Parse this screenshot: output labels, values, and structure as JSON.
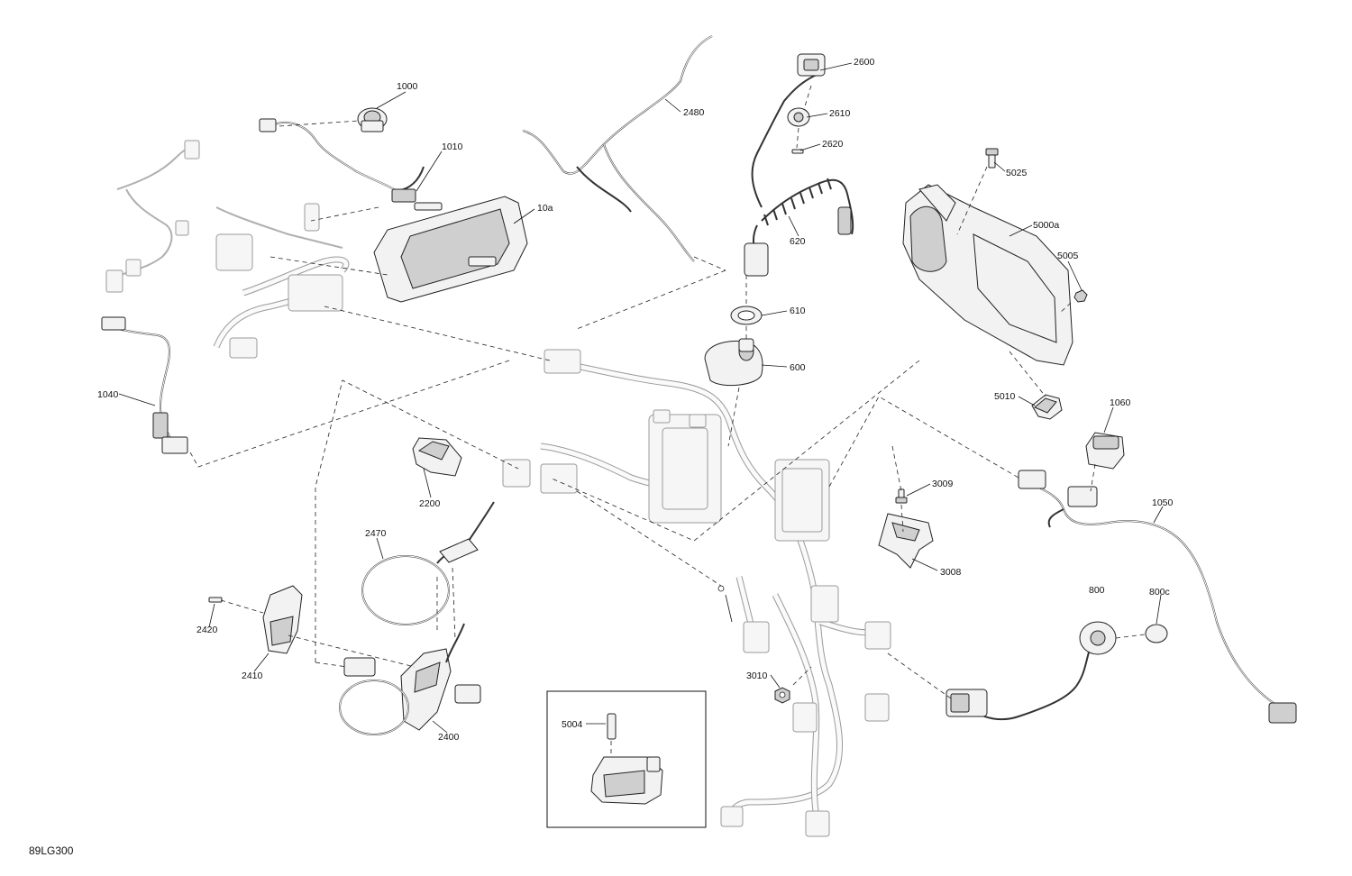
{
  "diagram_code": "89LG300",
  "callouts": {
    "c1000": "1000",
    "c1010": "1010",
    "c10a": "10a",
    "c2480": "2480",
    "c2600": "2600",
    "c2610": "2610",
    "c2620": "2620",
    "c5025": "5025",
    "c620": "620",
    "c5000a": "5000a",
    "c5005": "5005",
    "c610": "610",
    "c600": "600",
    "c1040": "1040",
    "c5010": "5010",
    "c1060": "1060",
    "c2200": "2200",
    "c3009": "3009",
    "c1050": "1050",
    "c2470": "2470",
    "c3008": "3008",
    "c800": "800",
    "c800c": "800c",
    "c2420": "2420",
    "c2410": "2410",
    "c3010": "3010",
    "c2400": "2400",
    "c5004": "5004"
  }
}
